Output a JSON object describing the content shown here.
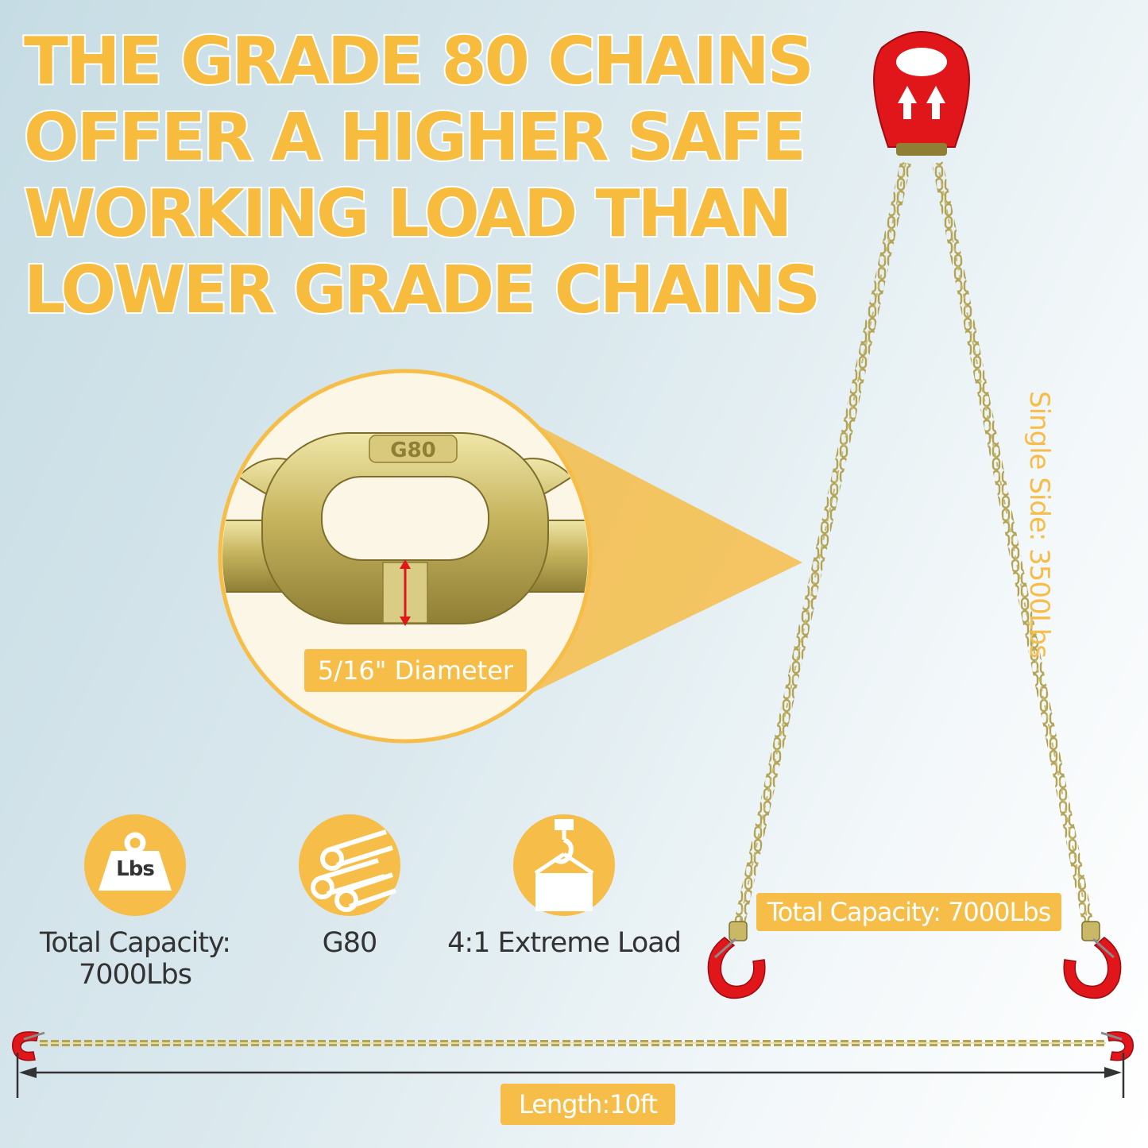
{
  "headline": {
    "lines": [
      "THE GRADE 80 CHAINS",
      "OFFER A HIGHER SAFE",
      "WORKING LOAD THAN",
      "LOWER GRADE CHAINS"
    ]
  },
  "zoom": {
    "link_stamp": "G80",
    "diameter_label": "5/16\" Diameter"
  },
  "sling": {
    "single_side_label": "Single Side: 3500Lbs",
    "total_capacity_label": "Total Capacity: 7000Lbs"
  },
  "features": [
    {
      "icon": "weight-icon",
      "icon_text": "Lbs",
      "caption_line1": "Total Capacity:",
      "caption_line2": "7000Lbs"
    },
    {
      "icon": "pipes-icon",
      "caption_line1": "G80"
    },
    {
      "icon": "crane-hook-icon",
      "caption_line1": "4:1 Extreme Load"
    }
  ],
  "length_label": "Length:10ft",
  "colors": {
    "accent_yellow": "#f6bd48",
    "hook_red": "#e0161b",
    "chain_gold": "#c9b865",
    "text_dark": "#333333"
  }
}
